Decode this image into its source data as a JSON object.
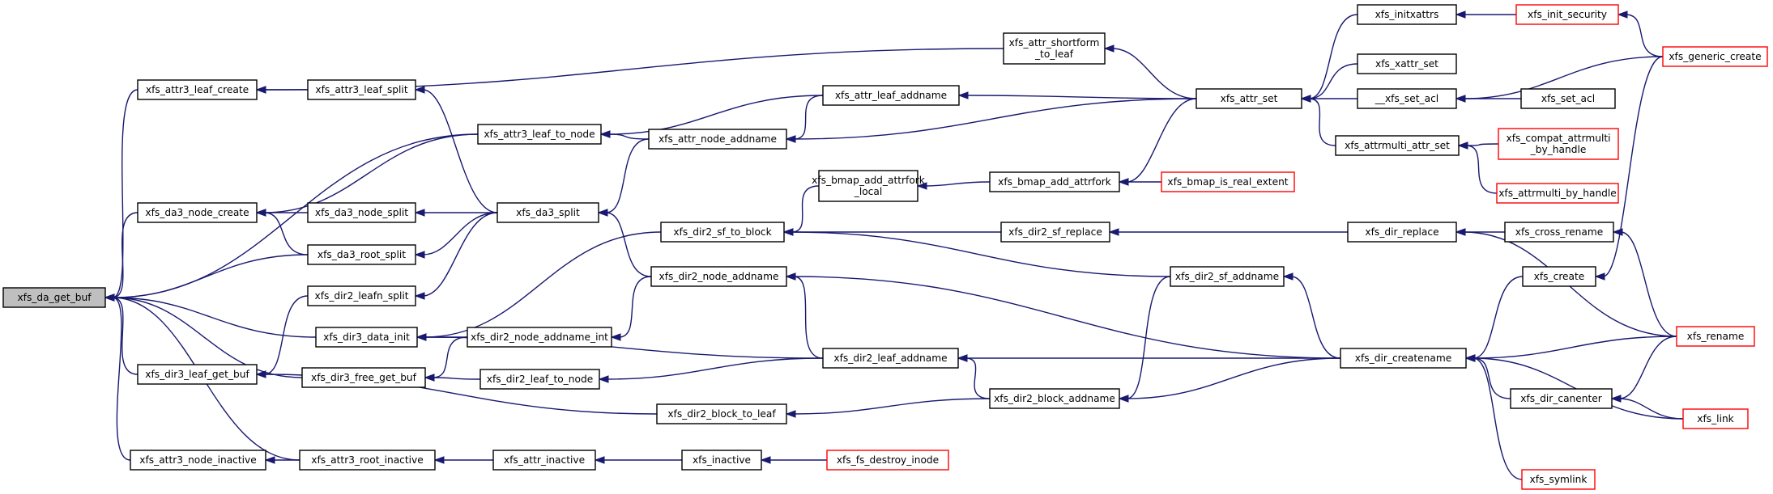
{
  "graph": {
    "root": "xfs_da_get_buf",
    "nodes": [
      {
        "id": "n0",
        "label": "xfs_da_get_buf",
        "style": "root"
      },
      {
        "id": "n1",
        "label": "xfs_attr3_leaf_create",
        "style": "normal"
      },
      {
        "id": "n2",
        "label": "xfs_attr3_leaf_split",
        "style": "normal"
      },
      {
        "id": "n3",
        "label": "xfs_attr3_leaf_to_node",
        "style": "normal"
      },
      {
        "id": "n4",
        "label": "xfs_da3_node_create",
        "style": "normal"
      },
      {
        "id": "n5",
        "label": "xfs_da3_node_split",
        "style": "normal"
      },
      {
        "id": "n6",
        "label": "xfs_da3_root_split",
        "style": "normal"
      },
      {
        "id": "n7",
        "label": "xfs_dir2_leafn_split",
        "style": "normal"
      },
      {
        "id": "n8",
        "label": "xfs_dir3_data_init",
        "style": "normal"
      },
      {
        "id": "n9",
        "label": "xfs_dir3_leaf_get_buf",
        "style": "normal"
      },
      {
        "id": "n10",
        "label": "xfs_dir3_free_get_buf",
        "style": "normal"
      },
      {
        "id": "n11",
        "label": "xfs_attr3_node_inactive",
        "style": "normal"
      },
      {
        "id": "n12",
        "label": "xfs_attr3_root_inactive",
        "style": "normal"
      },
      {
        "id": "n13",
        "label": "xfs_da3_split",
        "style": "normal"
      },
      {
        "id": "n14",
        "label": "xfs_attr_leaf_addname",
        "style": "normal"
      },
      {
        "id": "n15",
        "label": "xfs_attr_node_addname",
        "style": "normal"
      },
      {
        "id": "n16",
        "label": "xfs_dir2_node_addname_int",
        "style": "normal"
      },
      {
        "id": "n17",
        "label": "xfs_dir2_leaf_to_node",
        "style": "normal"
      },
      {
        "id": "n18",
        "label": "xfs_attr_inactive",
        "style": "normal"
      },
      {
        "id": "n19",
        "label": "xfs_dir2_sf_to_block",
        "style": "normal"
      },
      {
        "id": "n20",
        "label": "xfs_dir2_node_addname",
        "style": "normal"
      },
      {
        "id": "n21",
        "label": "xfs_dir2_leaf_addname",
        "style": "normal"
      },
      {
        "id": "n22",
        "label": "xfs_dir2_block_to_leaf",
        "style": "normal"
      },
      {
        "id": "n23",
        "label": "xfs_inactive",
        "style": "normal"
      },
      {
        "id": "n24",
        "label": "xfs_bmap_add_attrfork\n_local",
        "style": "normal"
      },
      {
        "id": "n25",
        "label": "xfs_attr_shortform\n_to_leaf",
        "style": "normal"
      },
      {
        "id": "n26",
        "label": "xfs_bmap_add_attrfork",
        "style": "normal"
      },
      {
        "id": "n27",
        "label": "xfs_dir2_sf_replace",
        "style": "normal"
      },
      {
        "id": "n28",
        "label": "xfs_dir2_block_addname",
        "style": "normal"
      },
      {
        "id": "n29",
        "label": "xfs_fs_destroy_inode",
        "style": "red"
      },
      {
        "id": "n30",
        "label": "xfs_attr_set",
        "style": "normal"
      },
      {
        "id": "n31",
        "label": "xfs_bmap_is_real_extent",
        "style": "red"
      },
      {
        "id": "n32",
        "label": "xfs_dir2_sf_addname",
        "style": "normal"
      },
      {
        "id": "n33",
        "label": "xfs_initxattrs",
        "style": "normal"
      },
      {
        "id": "n34",
        "label": "xfs_xattr_set",
        "style": "normal"
      },
      {
        "id": "n35",
        "label": "__xfs_set_acl",
        "style": "normal"
      },
      {
        "id": "n36",
        "label": "xfs_attrmulti_attr_set",
        "style": "normal"
      },
      {
        "id": "n37",
        "label": "xfs_dir_replace",
        "style": "normal"
      },
      {
        "id": "n38",
        "label": "xfs_dir_createname",
        "style": "normal"
      },
      {
        "id": "n39",
        "label": "xfs_init_security",
        "style": "red"
      },
      {
        "id": "n40",
        "label": "xfs_set_acl",
        "style": "normal"
      },
      {
        "id": "n41",
        "label": "xfs_compat_attrmulti\n_by_handle",
        "style": "red"
      },
      {
        "id": "n42",
        "label": "xfs_attrmulti_by_handle",
        "style": "red"
      },
      {
        "id": "n43",
        "label": "xfs_cross_rename",
        "style": "normal"
      },
      {
        "id": "n44",
        "label": "xfs_create",
        "style": "normal"
      },
      {
        "id": "n45",
        "label": "xfs_dir_canenter",
        "style": "normal"
      },
      {
        "id": "n46",
        "label": "xfs_symlink",
        "style": "red"
      },
      {
        "id": "n47",
        "label": "xfs_generic_create",
        "style": "red"
      },
      {
        "id": "n48",
        "label": "xfs_rename",
        "style": "red"
      },
      {
        "id": "n49",
        "label": "xfs_link",
        "style": "red"
      }
    ],
    "edges": [
      [
        "n1",
        "n0"
      ],
      [
        "n3",
        "n0"
      ],
      [
        "n4",
        "n0"
      ],
      [
        "n6",
        "n0"
      ],
      [
        "n8",
        "n0"
      ],
      [
        "n9",
        "n0"
      ],
      [
        "n10",
        "n0"
      ],
      [
        "n11",
        "n0"
      ],
      [
        "n12",
        "n0"
      ],
      [
        "n2",
        "n1"
      ],
      [
        "n25",
        "n1"
      ],
      [
        "n15",
        "n3"
      ],
      [
        "n14",
        "n3"
      ],
      [
        "n5",
        "n4"
      ],
      [
        "n6",
        "n4"
      ],
      [
        "n3",
        "n4"
      ],
      [
        "n13",
        "n5"
      ],
      [
        "n13",
        "n6"
      ],
      [
        "n13",
        "n7"
      ],
      [
        "n13",
        "n2"
      ],
      [
        "n15",
        "n13"
      ],
      [
        "n20",
        "n13"
      ],
      [
        "n7",
        "n9"
      ],
      [
        "n17",
        "n10"
      ],
      [
        "n16",
        "n10"
      ],
      [
        "n12",
        "n11"
      ],
      [
        "n19",
        "n8"
      ],
      [
        "n16",
        "n8"
      ],
      [
        "n21",
        "n8"
      ],
      [
        "n22",
        "n9"
      ],
      [
        "n18",
        "n12"
      ],
      [
        "n30",
        "n14"
      ],
      [
        "n14",
        "n15"
      ],
      [
        "n30",
        "n15"
      ],
      [
        "n20",
        "n16"
      ],
      [
        "n21",
        "n17"
      ],
      [
        "n23",
        "n18"
      ],
      [
        "n24",
        "n19"
      ],
      [
        "n27",
        "n19"
      ],
      [
        "n32",
        "n19"
      ],
      [
        "n21",
        "n20"
      ],
      [
        "n38",
        "n20"
      ],
      [
        "n28",
        "n21"
      ],
      [
        "n38",
        "n21"
      ],
      [
        "n28",
        "n22"
      ],
      [
        "n29",
        "n23"
      ],
      [
        "n26",
        "n24"
      ],
      [
        "n30",
        "n25"
      ],
      [
        "n30",
        "n26"
      ],
      [
        "n31",
        "n26"
      ],
      [
        "n37",
        "n27"
      ],
      [
        "n32",
        "n28"
      ],
      [
        "n38",
        "n28"
      ],
      [
        "n33",
        "n30"
      ],
      [
        "n34",
        "n30"
      ],
      [
        "n35",
        "n30"
      ],
      [
        "n36",
        "n30"
      ],
      [
        "n38",
        "n32"
      ],
      [
        "n39",
        "n33"
      ],
      [
        "n47",
        "n39"
      ],
      [
        "n47",
        "n35"
      ],
      [
        "n40",
        "n35"
      ],
      [
        "n41",
        "n36"
      ],
      [
        "n42",
        "n36"
      ],
      [
        "n43",
        "n37"
      ],
      [
        "n48",
        "n37"
      ],
      [
        "n44",
        "n38"
      ],
      [
        "n48",
        "n38"
      ],
      [
        "n45",
        "n38"
      ],
      [
        "n49",
        "n38"
      ],
      [
        "n46",
        "n38"
      ],
      [
        "n47",
        "n44"
      ],
      [
        "n48",
        "n43"
      ],
      [
        "n48",
        "n45"
      ],
      [
        "n49",
        "n45"
      ]
    ]
  }
}
